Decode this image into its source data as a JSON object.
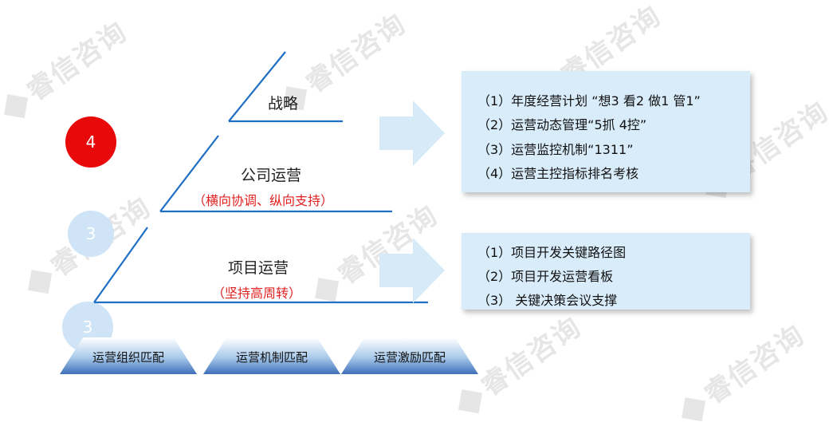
{
  "watermark": "睿信咨询",
  "levels": [
    {
      "title": "战略",
      "subtitle": ""
    },
    {
      "title": "公司运营",
      "subtitle": "（横向协调、纵向支持）"
    },
    {
      "title": "项目运营",
      "subtitle": "（坚持高周转）"
    }
  ],
  "circles": [
    {
      "text": "4",
      "color": "#e8090a"
    },
    {
      "text": "3",
      "color": "#cfe4f7"
    },
    {
      "text": "3",
      "color": "#cfe4f7"
    }
  ],
  "box_top": {
    "items": [
      "（1）年度经营计划 “想3 看2 做1 管1”",
      "（2）运营动态管理“5抓 4控”",
      "（3）运营监控机制“1311”",
      "（4）运营主控指标排名考核"
    ]
  },
  "box_bottom": {
    "items": [
      "（1）项目开发关键路径图",
      "（2）项目开发运营看板",
      "（3）  关键决策会议支撑"
    ]
  },
  "bases": [
    "运营组织匹配",
    "运营机制匹配",
    "运营激励匹配"
  ],
  "colors": {
    "line": "#1f6fc4",
    "box_bg": "#d9ecfa",
    "arrow": "#d6eaf8",
    "highlight": "#e8090a",
    "subtitle": "#e02020"
  }
}
